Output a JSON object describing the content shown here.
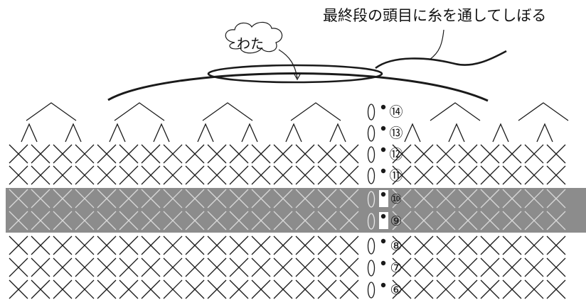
{
  "annotations": {
    "thread_instruction": "最終段の頭目に糸を通してしぼる",
    "stuffing_label": "わた"
  },
  "colors": {
    "highlight_band": "#8c8c8c",
    "ink": "#1a1a1a",
    "background": "#ffffff"
  },
  "rows": [
    {
      "label": "⑭",
      "stitch": "decrease",
      "highlighted": false
    },
    {
      "label": "⑬",
      "stitch": "v-pair",
      "highlighted": false
    },
    {
      "label": "⑫",
      "stitch": "single-crochet",
      "highlighted": false
    },
    {
      "label": "⑪",
      "stitch": "single-crochet",
      "highlighted": false
    },
    {
      "label": "⑩",
      "stitch": "single-crochet",
      "highlighted": true
    },
    {
      "label": "⑨",
      "stitch": "single-crochet",
      "highlighted": true
    },
    {
      "label": "⑧",
      "stitch": "single-crochet",
      "highlighted": false
    },
    {
      "label": "⑦",
      "stitch": "single-crochet",
      "highlighted": false
    },
    {
      "label": "⑥",
      "stitch": "single-crochet",
      "highlighted": false
    }
  ],
  "legend_icons": {
    "chain": "chain-stitch-oval-icon",
    "slip": "slip-stitch-dot-icon"
  }
}
